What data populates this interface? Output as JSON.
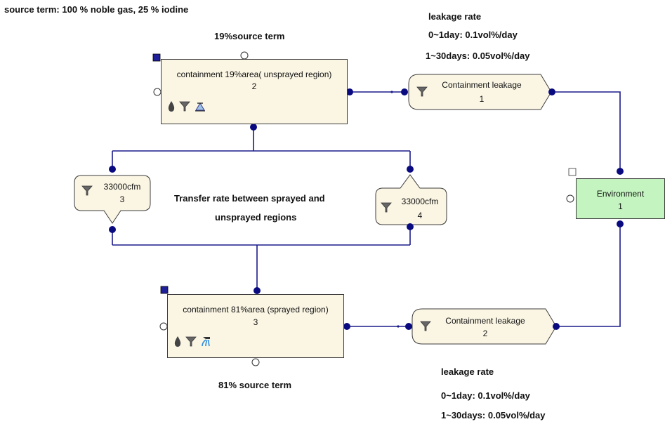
{
  "header": {
    "source_term": "source term: 100 % noble gas, 25 % iodine"
  },
  "labels": {
    "source_19": "19%source term",
    "source_81": "81% source term",
    "transfer_line1": "Transfer rate between sprayed and",
    "transfer_line2": "unsprayed regions"
  },
  "leakage_top": {
    "title": "leakage rate",
    "line1": "0~1day: 0.1vol%/day",
    "line2": "1~30days: 0.05vol%/day"
  },
  "leakage_bottom": {
    "title": "leakage rate",
    "line1": "0~1day: 0.1vol%/day",
    "line2": "1~30days: 0.05vol%/day"
  },
  "nodes": {
    "containment_19": {
      "title": "containment 19%area( unsprayed region)",
      "number": "2"
    },
    "containment_81": {
      "title": "containment 81%area (sprayed region)",
      "number": "3"
    },
    "leak_1": {
      "title": "Containment leakage",
      "number": "1"
    },
    "leak_2": {
      "title": "Containment leakage",
      "number": "2"
    },
    "filter_3": {
      "title": "33000cfm",
      "number": "3"
    },
    "filter_4": {
      "title": "33000cfm",
      "number": "4"
    },
    "environment": {
      "title": "Environment",
      "number": "1"
    }
  },
  "icons": [
    "droplet-icon",
    "filter-icon",
    "spray-icon"
  ],
  "colors": {
    "wire": "#1a1a8c",
    "port": "#0a0a80",
    "box_fill": "#fbf6e4",
    "env_fill": "#c4f5c0"
  }
}
